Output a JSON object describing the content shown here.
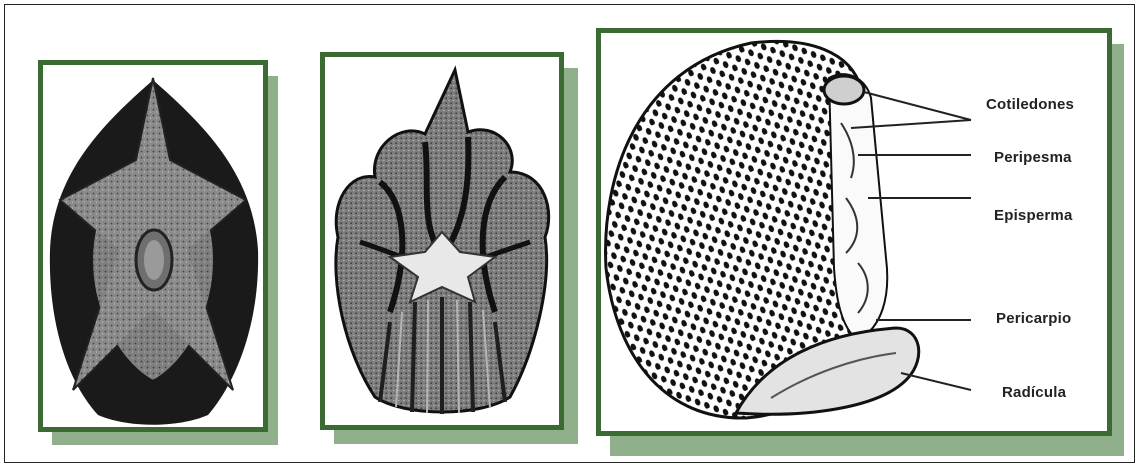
{
  "figure": {
    "panels": [
      {
        "id": "seed-cross-section-a"
      },
      {
        "id": "seed-cross-section-b"
      },
      {
        "id": "seed-longitudinal-view"
      }
    ],
    "labels": {
      "cotiledones": "Cotiledones",
      "peripesma": "Peripesma",
      "episperma": "Episperma",
      "pericarpio": "Pericarpio",
      "radicula": "Radícula"
    },
    "colors": {
      "frame_border": "#3b6b33",
      "frame_shadow": "#8fb08a",
      "ink": "#1a1a1a"
    }
  }
}
